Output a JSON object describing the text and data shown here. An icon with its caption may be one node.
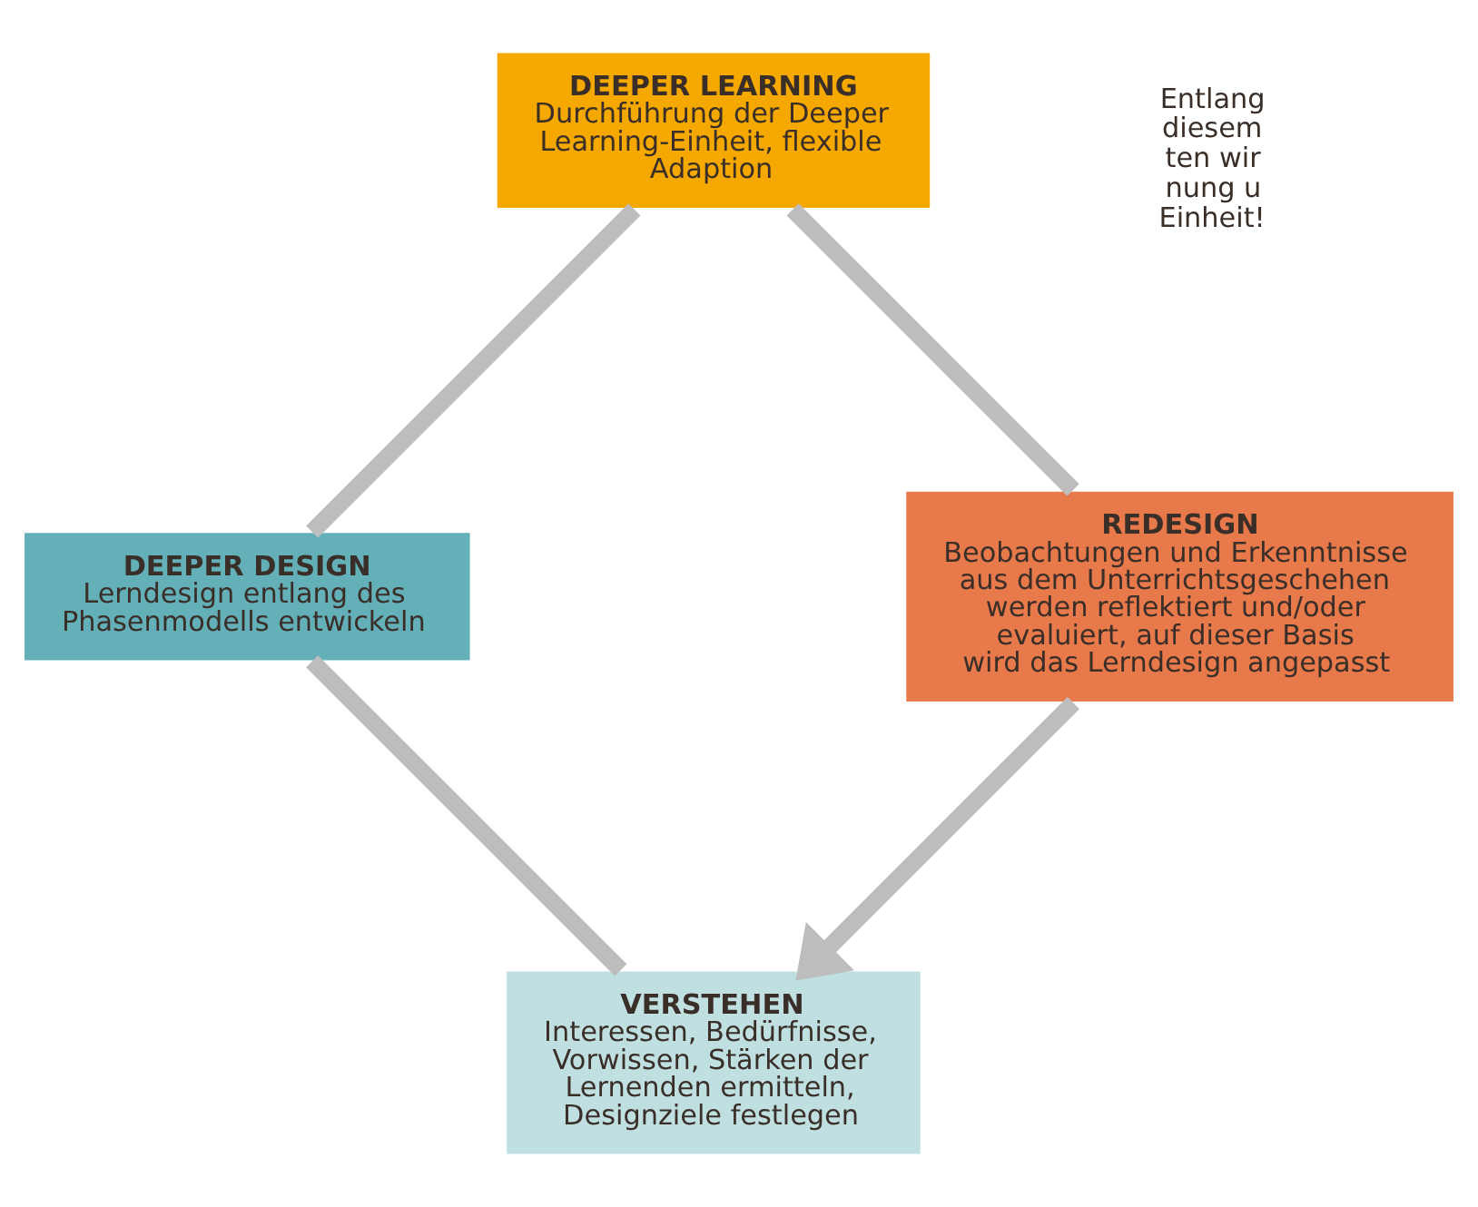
{
  "diagram": {
    "nodes": [
      {
        "text": [
          "VERSTEHEN",
          "Interessen, Bedürfnisse, Vorwissen, Stärken der Lernenden ermitteln, Designziele festlegen"
        ]
      },
      {
        "text": [
          "DEEPER DESIGN",
          "Lerndesign entlang des Phasenmodells entwickeln"
        ]
      },
      {
        "text": [
          "DEEPER LEARNING",
          "Durchführung der Deeper Learning-Einheit, flexible Adaption"
        ]
      },
      {
        "text": [
          "REDESIGN",
          "Beobachtungen und Erkenntnisse aus dem Unterrichtsgeschehen werden reflektiert und/oder evaluiert, auf dieser Basis wird das Lerndesign angepasst"
        ]
      }
    ],
    "edges": [
      {
        "from": 0,
        "to": 1,
        "arrow": "none"
      },
      {
        "from": 1,
        "to": 2,
        "arrow": "none"
      },
      {
        "from": 2,
        "to": 3,
        "arrow": "none"
      },
      {
        "from": 3,
        "to": 0,
        "arrow": "to"
      }
    ],
    "labels": [
      "Entlang diesem ten wir nung u Einheit!"
    ]
  }
}
